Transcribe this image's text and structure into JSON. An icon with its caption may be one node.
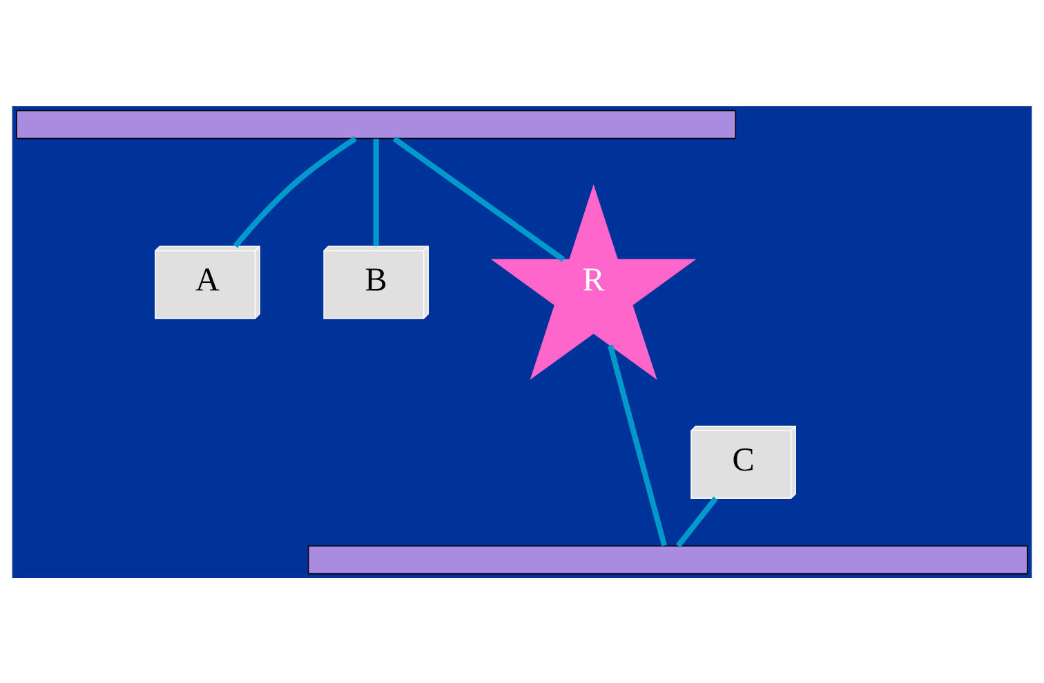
{
  "diagram": {
    "nodes": [
      {
        "text": [],
        "shape": "bar"
      },
      {
        "text": [
          "A"
        ]
      },
      {
        "text": [
          "B"
        ]
      },
      {
        "text": [
          "R"
        ]
      },
      {
        "text": [
          "C"
        ]
      },
      {
        "text": [],
        "shape": "bar"
      }
    ],
    "edges": [
      {
        "from": 0,
        "to": 1,
        "arrow": "none"
      },
      {
        "from": 0,
        "to": 2,
        "arrow": "none"
      },
      {
        "from": 0,
        "to": 3,
        "arrow": "none"
      },
      {
        "from": 4,
        "to": 5,
        "arrow": "none"
      },
      {
        "from": 3,
        "to": 5,
        "arrow": "none"
      }
    ]
  }
}
